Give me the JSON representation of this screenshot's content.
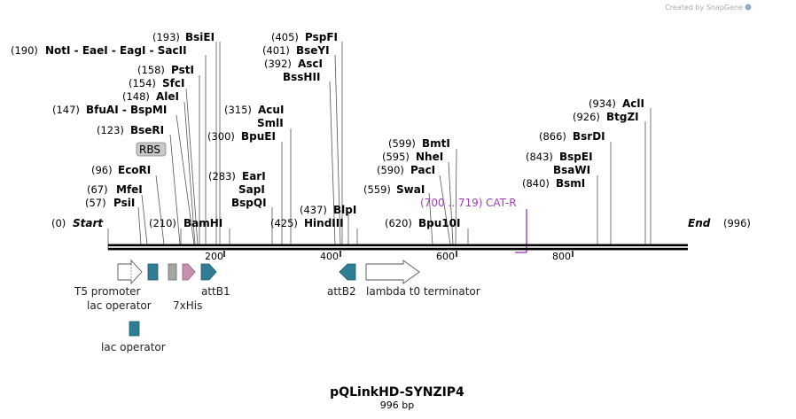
{
  "watermark": "Created by SnapGene",
  "map": {
    "title": "pQLinkHD-SYNZIP4",
    "length_label": "996 bp",
    "start_pos": "(0)",
    "start_label": "Start",
    "end_label": "End",
    "end_pos": "(996)",
    "ticks": [
      "200",
      "400",
      "600",
      "800"
    ]
  },
  "sites": {
    "s190_pos": "(190)",
    "s190_names": "NotI  - EaeI  - EagI  - SacII",
    "s193_pos": "(193)",
    "s193_name": "BsiEI",
    "s158_pos": "(158)",
    "s158_name": "PstI",
    "s154_pos": "(154)",
    "s154_name": "SfcI",
    "s148_pos": "(148)",
    "s148_name": "AleI",
    "s147_pos": "(147)",
    "s147_names": "BfuAI  - BspMI",
    "s123_pos": "(123)",
    "s123_name": "BseRI",
    "rbs": "RBS",
    "s96_pos": "(96)",
    "s96_name": "EcoRI",
    "s67_pos": "(67)",
    "s67_name": "MfeI",
    "s57_pos": "(57)",
    "s57_name": "PsiI",
    "s210_pos": "(210)",
    "s210_name": "BamHI",
    "s405_pos": "(405)",
    "s405_name": "PspFI",
    "s401_pos": "(401)",
    "s401_name": "BseYI",
    "s392_pos": "(392)",
    "s392_name": "AscI",
    "s392b_name": "BssHII",
    "s315_pos": "(315)",
    "s315_name": "AcuI",
    "smli_name": "SmlI",
    "s300_pos": "(300)",
    "s300_name": "BpuEI",
    "s283_pos": "(283)",
    "s283_name": "EarI",
    "sapi_name": "SapI",
    "bspqi_name": "BspQI",
    "s437_pos": "(437)",
    "s437_name": "BlpI",
    "s425_pos": "(425)",
    "s425_name": "HindIII",
    "s599_pos": "(599)",
    "s599_name": "BmtI",
    "s595_pos": "(595)",
    "s595_name": "NheI",
    "s590_pos": "(590)",
    "s590_name": "PacI",
    "s559_pos": "(559)",
    "s559_name": "SwaI",
    "s620_pos": "(620)",
    "s620_name": "Bpu10I",
    "s934_pos": "(934)",
    "s934_name": "AclI",
    "s926_pos": "(926)",
    "s926_name": "BtgZI",
    "s866_pos": "(866)",
    "s866_name": "BsrDI",
    "s843_pos": "(843)",
    "s843_name": "BspEI",
    "bsawi_name": "BsaWI",
    "s840_pos": "(840)",
    "s840_name": "BsmI"
  },
  "primer": {
    "range": "(700 .. 719)",
    "name": "CAT-R",
    "color": "#a040c0"
  },
  "features": {
    "t5_promoter": "T5 promoter",
    "lac_operator_1": "lac operator",
    "his": "7xHis",
    "attb1": "attB1",
    "attb2": "attB2",
    "lambda": "lambda t0 terminator",
    "lac_operator_2": "lac operator"
  },
  "colors": {
    "teal": "#2e7d95",
    "pink": "#c98fae",
    "gray": "#a6a6a6",
    "primer": "#a040c0"
  }
}
